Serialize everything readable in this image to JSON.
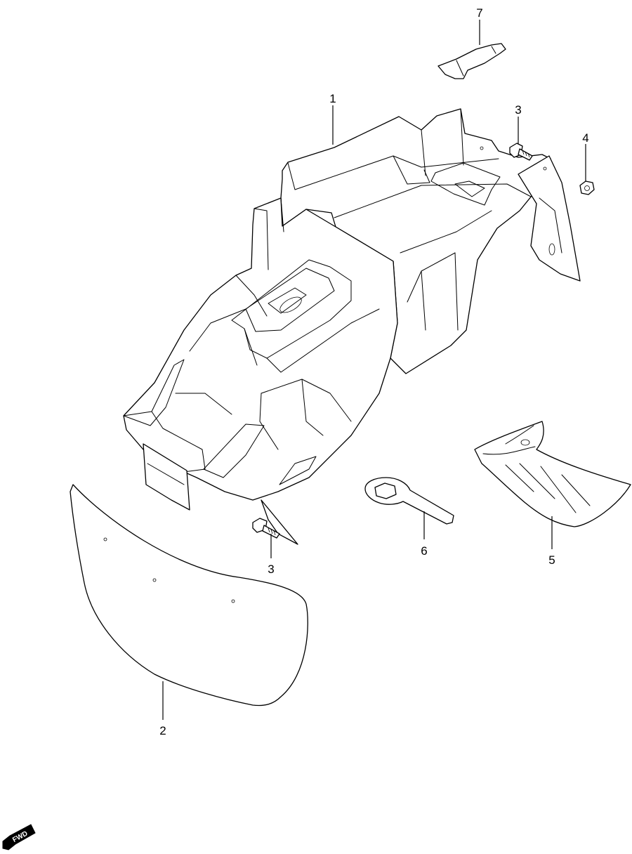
{
  "diagram": {
    "callouts": {
      "c1": "1",
      "c2": "2",
      "c3a": "3",
      "c3b": "3",
      "c4": "4",
      "c5": "5",
      "c6": "6",
      "c7": "7"
    },
    "direction_badge": "FWD"
  }
}
